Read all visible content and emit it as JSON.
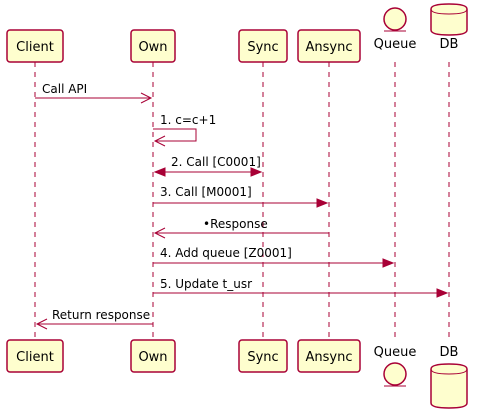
{
  "participants": [
    {
      "id": "client",
      "label": "Client",
      "kind": "participant"
    },
    {
      "id": "own",
      "label": "Own",
      "kind": "participant"
    },
    {
      "id": "sync",
      "label": "Sync",
      "kind": "participant"
    },
    {
      "id": "ansync",
      "label": "Ansync",
      "kind": "participant"
    },
    {
      "id": "queue",
      "label": "Queue",
      "kind": "entity"
    },
    {
      "id": "db",
      "label": "DB",
      "kind": "database"
    }
  ],
  "messages": [
    {
      "from": "client",
      "to": "own",
      "label": "Call API",
      "style": "solid",
      "head": "open"
    },
    {
      "from": "own",
      "to": "own",
      "label": "1. c=c+1",
      "style": "solid",
      "head": "open"
    },
    {
      "from": "own",
      "to": "sync",
      "label": "2. Call [C0001]",
      "style": "solid",
      "head": "both"
    },
    {
      "from": "own",
      "to": "ansync",
      "label": "3. Call [M0001]",
      "style": "solid",
      "head": "filled"
    },
    {
      "from": "ansync",
      "to": "own",
      "label": "•Response",
      "style": "solid",
      "head": "open"
    },
    {
      "from": "own",
      "to": "queue",
      "label": "4. Add queue [Z0001]",
      "style": "solid",
      "head": "filled"
    },
    {
      "from": "own",
      "to": "db",
      "label": "5. Update t_usr",
      "style": "solid",
      "head": "filled"
    },
    {
      "from": "own",
      "to": "client",
      "label": "Return response",
      "style": "solid",
      "head": "open"
    }
  ],
  "colors": {
    "line": "#a80036",
    "box_fill": "#fefece",
    "text": "#000000"
  }
}
